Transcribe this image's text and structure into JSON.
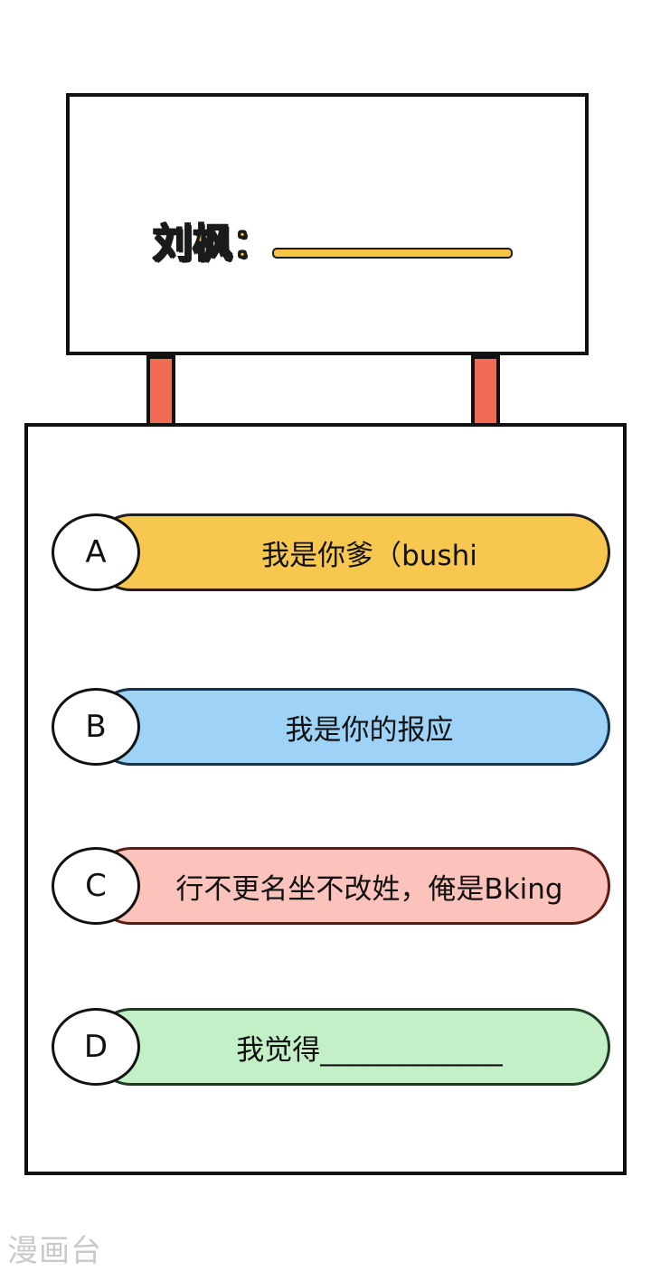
{
  "sign": {
    "speaker": "刘枫："
  },
  "options": [
    {
      "letter": "A",
      "text": "我是你爹（bushi",
      "color": "#f7c74f",
      "border": "#1f1f1f"
    },
    {
      "letter": "B",
      "text": "我是你的报应",
      "color": "#9ed3f7",
      "border": "#15324d"
    },
    {
      "letter": "C",
      "text": "行不更名坐不改姓，俺是Bking",
      "color": "#fbc3bb",
      "border": "#5a1c14"
    },
    {
      "letter": "D",
      "text": "我觉得_____________",
      "color": "#c4f0c8",
      "border": "#1f3a22"
    }
  ],
  "watermark": "漫画台",
  "colors": {
    "post": "#ef6b53",
    "speaker": "#f5c542"
  }
}
